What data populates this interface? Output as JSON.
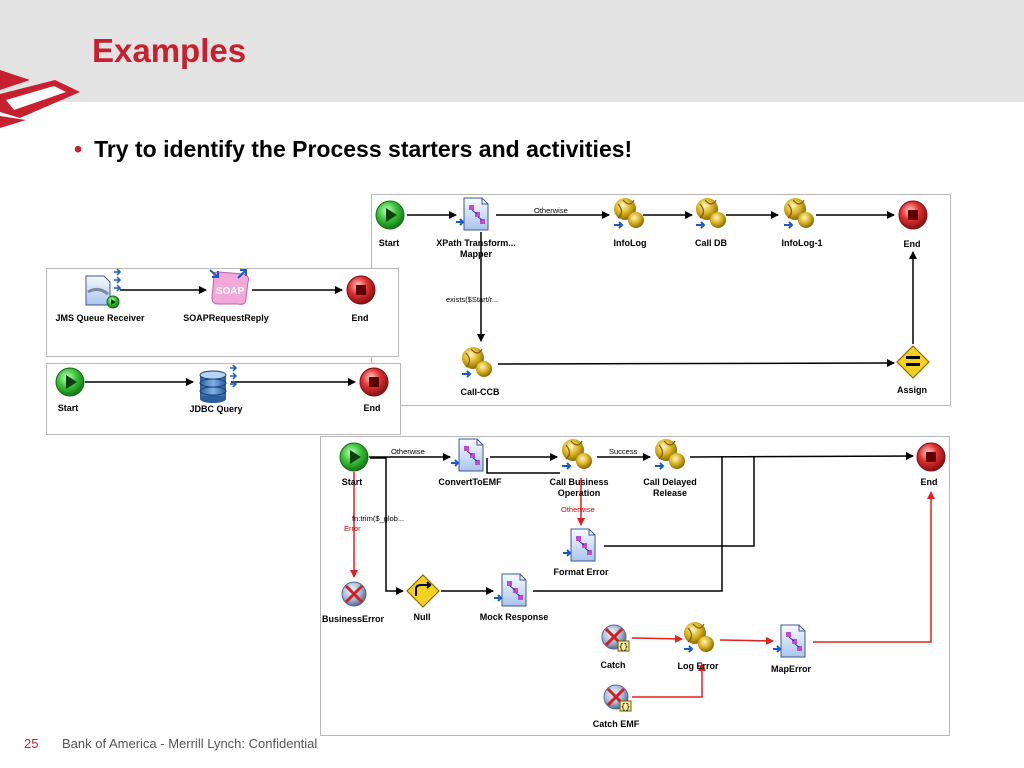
{
  "slide": {
    "title": "Examples",
    "bullet": "Try to identify the Process starters and activities!",
    "page_number": "25",
    "footer": "Bank of America - Merrill Lynch: Confidential"
  },
  "colors": {
    "title_red": "#c8202e",
    "error_line": "#e32020",
    "start_green": "#3cc43c",
    "end_red": "#e03030",
    "gold": "#d8b020"
  },
  "diagram1": {
    "nodes": {
      "start": "Start",
      "xpath": "XPath Transform...\nMapper",
      "infolog": "InfoLog",
      "calldb": "Call DB",
      "infolog1": "InfoLog-1",
      "end": "End",
      "callccb": "Call-CCB",
      "assign": "Assign"
    },
    "edges": {
      "otherwise": "Otherwise",
      "exists": "exists($Start/r..."
    }
  },
  "diagram2": {
    "nodes": {
      "jms": "JMS Queue Receiver",
      "soap": "SOAPRequestReply",
      "end": "End",
      "soap_badge": "SOAP"
    }
  },
  "diagram3": {
    "nodes": {
      "start": "Start",
      "jdbc": "JDBC Query",
      "end": "End"
    }
  },
  "diagram4": {
    "nodes": {
      "start": "Start",
      "convert": "ConvertToEMF",
      "callbiz": "Call Business\nOperation",
      "delayed": "Call Delayed\nRelease",
      "end": "End",
      "formaterror": "Format Error",
      "businesserror": "BusinessError",
      "null": "Null",
      "mock": "Mock Response",
      "catch": "Catch",
      "logerror": "Log Error",
      "maperror": "MapError",
      "catchemf": "Catch EMF"
    },
    "edges": {
      "otherwise": "Otherwise",
      "success": "Success",
      "otherwise_red": "Otherwise",
      "fntrim": "fn:trim($_glob...",
      "error": "Error"
    }
  }
}
